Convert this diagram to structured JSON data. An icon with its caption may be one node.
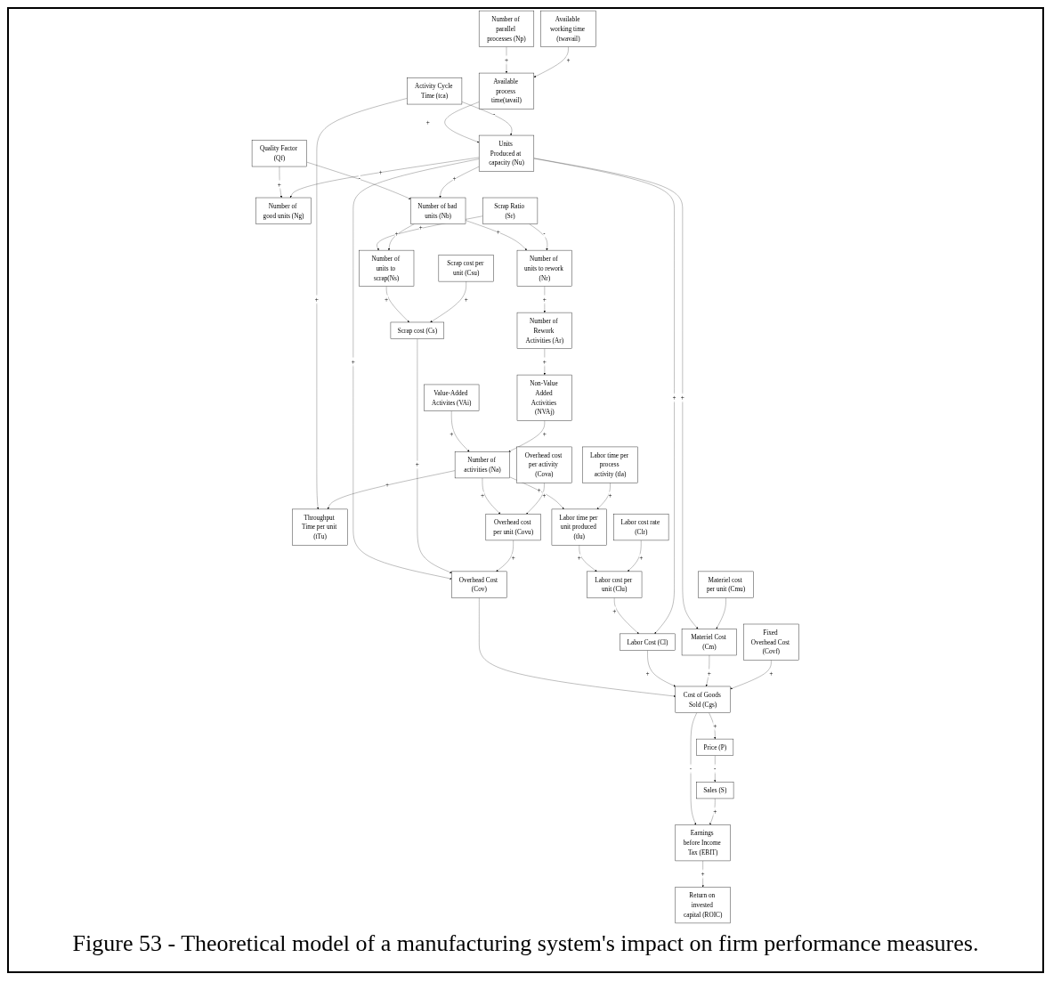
{
  "diagram": {
    "caption": "Figure 53 - Theoretical model of a manufacturing system's impact on firm performance measures.",
    "nodes": [
      {
        "text": [
          "Number of units to rework (Nr)"
        ]
      },
      {
        "text": [
          "Number of good units (Ng)"
        ]
      },
      {
        "text": [
          "Quality Factor (Qf)"
        ]
      },
      {
        "text": [
          "Number of parallel processes (Np)"
        ]
      },
      {
        "text": [
          "Scrap Ratio (Sr)"
        ]
      },
      {
        "text": [
          "Number of bad units (Nb)"
        ]
      },
      {
        "text": [
          "Number of units to scrap(Ns)"
        ]
      },
      {
        "text": [
          "Available process time(tavail)"
        ]
      },
      {
        "text": [
          "Available working time (twavail)"
        ]
      },
      {
        "text": [
          "Units Produced at capacity (Nu)"
        ]
      },
      {
        "text": [
          "Number of Rework Activities (Ar)"
        ]
      },
      {
        "text": [
          "Scrap cost per unit (Csu)"
        ]
      },
      {
        "text": [
          "Activity Cycle Time (tca)"
        ]
      },
      {
        "text": [
          "Throughput Time per unit (tTu)"
        ]
      },
      {
        "text": [
          "Scrap cost (Cs)"
        ]
      },
      {
        "text": [
          "Labor time per process activity (tla)"
        ]
      },
      {
        "text": [
          "Labor cost rate (Clr)"
        ]
      },
      {
        "text": [
          "Value-Added Activites (VAi)"
        ]
      },
      {
        "text": [
          "Number of activities (Na)"
        ]
      },
      {
        "text": [
          "Labor time per unit produced (tlu)"
        ]
      },
      {
        "text": [
          "Labor cost per unit (Clu)"
        ]
      },
      {
        "text": [
          "Labor Cost (Cl)"
        ]
      },
      {
        "text": [
          "Non-Value Added Activities (NVAj)"
        ]
      },
      {
        "text": [
          "Overhead cost per activity (Cova)"
        ]
      },
      {
        "text": [
          "Materiel Cost (Cm)"
        ]
      },
      {
        "text": [
          "Materiel cost per unit (Cmu)"
        ]
      },
      {
        "text": [
          "Overhead cost per unit (Covu)"
        ]
      },
      {
        "text": [
          "Overhead Cost (Cov)"
        ]
      },
      {
        "text": [
          "Fixed Overhead Cost (Covf)"
        ]
      },
      {
        "text": [
          "Cost of Goods Sold (Cgs)"
        ]
      },
      {
        "text": [
          "Earnings before Income Tax (EBIT)"
        ]
      },
      {
        "text": [
          "Return on invested capital (ROIC)"
        ]
      },
      {
        "text": [
          "Price (P)"
        ]
      },
      {
        "text": [
          "Sales (S)"
        ]
      }
    ],
    "edges": [
      {
        "from": 5,
        "to": 0,
        "arrow": "to",
        "label": "+"
      },
      {
        "from": 4,
        "to": 0,
        "arrow": "to",
        "label": "-"
      },
      {
        "from": 0,
        "to": 10,
        "arrow": "to",
        "label": "+"
      },
      {
        "from": 2,
        "to": 1,
        "arrow": "to",
        "label": "+"
      },
      {
        "from": 2,
        "to": 5,
        "arrow": "to",
        "label": "-"
      },
      {
        "from": 9,
        "to": 1,
        "arrow": "to",
        "label": "+"
      },
      {
        "from": 9,
        "to": 5,
        "arrow": "to",
        "label": "+"
      },
      {
        "from": 4,
        "to": 6,
        "arrow": "to",
        "label": "+"
      },
      {
        "from": 5,
        "to": 6,
        "arrow": "to",
        "label": "+"
      },
      {
        "from": 3,
        "to": 7,
        "arrow": "to",
        "label": "+"
      },
      {
        "from": 8,
        "to": 7,
        "arrow": "to",
        "label": "+"
      },
      {
        "from": 7,
        "to": 9,
        "arrow": "to",
        "label": "+"
      },
      {
        "from": 12,
        "to": 9,
        "arrow": "to",
        "label": "-"
      },
      {
        "from": 12,
        "to": 13,
        "arrow": "to",
        "label": "+"
      },
      {
        "from": 6,
        "to": 14,
        "arrow": "to",
        "label": "+"
      },
      {
        "from": 11,
        "to": 14,
        "arrow": "to",
        "label": "+"
      },
      {
        "from": 10,
        "to": 22,
        "arrow": "to",
        "label": "+"
      },
      {
        "from": 17,
        "to": 18,
        "arrow": "to",
        "label": "+"
      },
      {
        "from": 22,
        "to": 18,
        "arrow": "to",
        "label": "+"
      },
      {
        "from": 18,
        "to": 13,
        "arrow": "to",
        "label": "+"
      },
      {
        "from": 18,
        "to": 19,
        "arrow": "to",
        "label": "+"
      },
      {
        "from": 15,
        "to": 19,
        "arrow": "to",
        "label": "+"
      },
      {
        "from": 19,
        "to": 20,
        "arrow": "to",
        "label": "+"
      },
      {
        "from": 16,
        "to": 20,
        "arrow": "to",
        "label": "+"
      },
      {
        "from": 20,
        "to": 21,
        "arrow": "to",
        "label": "+"
      },
      {
        "from": 9,
        "to": 21,
        "arrow": "to",
        "label": "+"
      },
      {
        "from": 9,
        "to": 27,
        "arrow": "to",
        "label": "+"
      },
      {
        "from": 9,
        "to": 24,
        "arrow": "to",
        "label": "+"
      },
      {
        "from": 14,
        "to": 27,
        "arrow": "to",
        "label": "+"
      },
      {
        "from": 18,
        "to": 26,
        "arrow": "to",
        "label": "+"
      },
      {
        "from": 23,
        "to": 26,
        "arrow": "to",
        "label": "+"
      },
      {
        "from": 26,
        "to": 27,
        "arrow": "to",
        "label": "+"
      },
      {
        "from": 25,
        "to": 24,
        "arrow": "to"
      },
      {
        "from": 27,
        "to": 29,
        "arrow": "to"
      },
      {
        "from": 21,
        "to": 29,
        "arrow": "to",
        "label": "+"
      },
      {
        "from": 24,
        "to": 29,
        "arrow": "to",
        "label": "+"
      },
      {
        "from": 28,
        "to": 29,
        "arrow": "to",
        "label": "+"
      },
      {
        "from": 29,
        "to": 30,
        "arrow": "to",
        "label": "-"
      },
      {
        "from": 30,
        "to": 31,
        "arrow": "to",
        "label": "+"
      },
      {
        "from": 29,
        "to": 32,
        "arrow": "to",
        "label": "+"
      },
      {
        "from": 32,
        "to": 33,
        "arrow": "to",
        "label": "-"
      },
      {
        "from": 33,
        "to": 30,
        "arrow": "to",
        "label": "+"
      }
    ]
  }
}
